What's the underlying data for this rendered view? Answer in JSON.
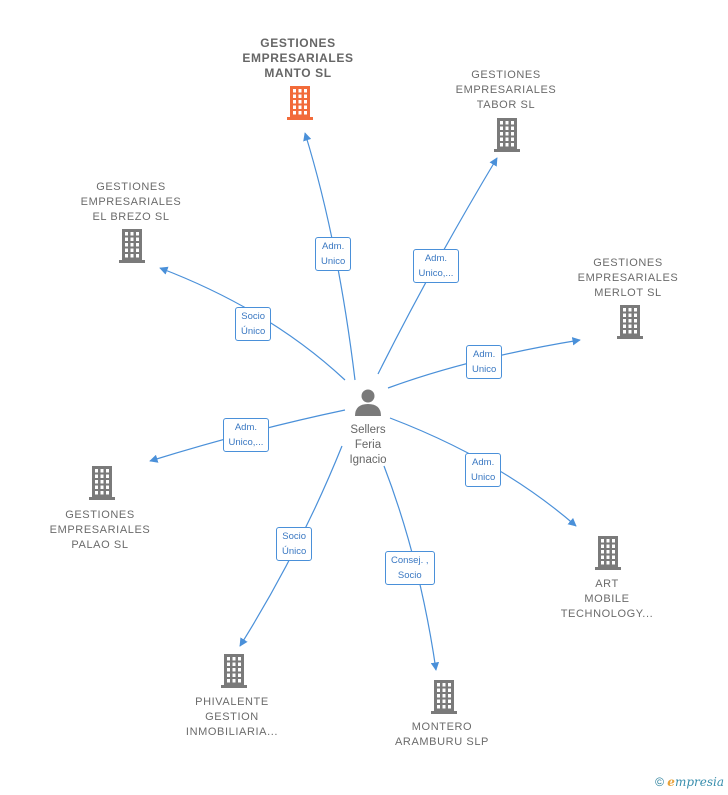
{
  "center": {
    "label_lines": [
      "Sellers",
      "Feria",
      "Ignacio"
    ]
  },
  "companies": [
    {
      "id": "manto",
      "lines": [
        "GESTIONES",
        "EMPRESARIALES",
        "MANTO  SL"
      ],
      "highlight": true
    },
    {
      "id": "tabor",
      "lines": [
        "GESTIONES",
        "EMPRESARIALES",
        "TABOR  SL"
      ],
      "highlight": false
    },
    {
      "id": "brezo",
      "lines": [
        "GESTIONES",
        "EMPRESARIALES",
        "EL BREZO  SL"
      ],
      "highlight": false
    },
    {
      "id": "merlot",
      "lines": [
        "GESTIONES",
        "EMPRESARIALES",
        "MERLOT  SL"
      ],
      "highlight": false
    },
    {
      "id": "palao",
      "lines": [
        "GESTIONES",
        "EMPRESARIALES",
        "PALAO  SL"
      ],
      "highlight": false
    },
    {
      "id": "art",
      "lines": [
        "ART",
        "MOBILE",
        "TECHNOLOGY..."
      ],
      "highlight": false
    },
    {
      "id": "phivalente",
      "lines": [
        "PHIVALENTE",
        "GESTION",
        "INMOBILIARIA..."
      ],
      "highlight": false
    },
    {
      "id": "montero",
      "lines": [
        "MONTERO",
        "ARAMBURU  SLP"
      ],
      "highlight": false
    }
  ],
  "edges": [
    {
      "to": "manto",
      "lines": [
        "Adm.",
        "Unico"
      ]
    },
    {
      "to": "tabor",
      "lines": [
        "Adm.",
        "Unico,..."
      ]
    },
    {
      "to": "brezo",
      "lines": [
        "Socio",
        "Único"
      ]
    },
    {
      "to": "merlot",
      "lines": [
        "Adm.",
        "Unico"
      ]
    },
    {
      "to": "palao",
      "lines": [
        "Adm.",
        "Unico,..."
      ]
    },
    {
      "to": "art",
      "lines": [
        "Adm.",
        "Unico"
      ]
    },
    {
      "to": "phivalente",
      "lines": [
        "Socio",
        "Único"
      ]
    },
    {
      "to": "montero",
      "lines": [
        "Consej. ,",
        "Socio"
      ]
    }
  ],
  "colors": {
    "edge": "#4a90d9",
    "building": "#7a7a7a",
    "highlight": "#f26b3a",
    "person": "#7a7a7a"
  },
  "footer": {
    "copyright": "©",
    "brand_e": "e",
    "brand_rest": "mpresia"
  }
}
